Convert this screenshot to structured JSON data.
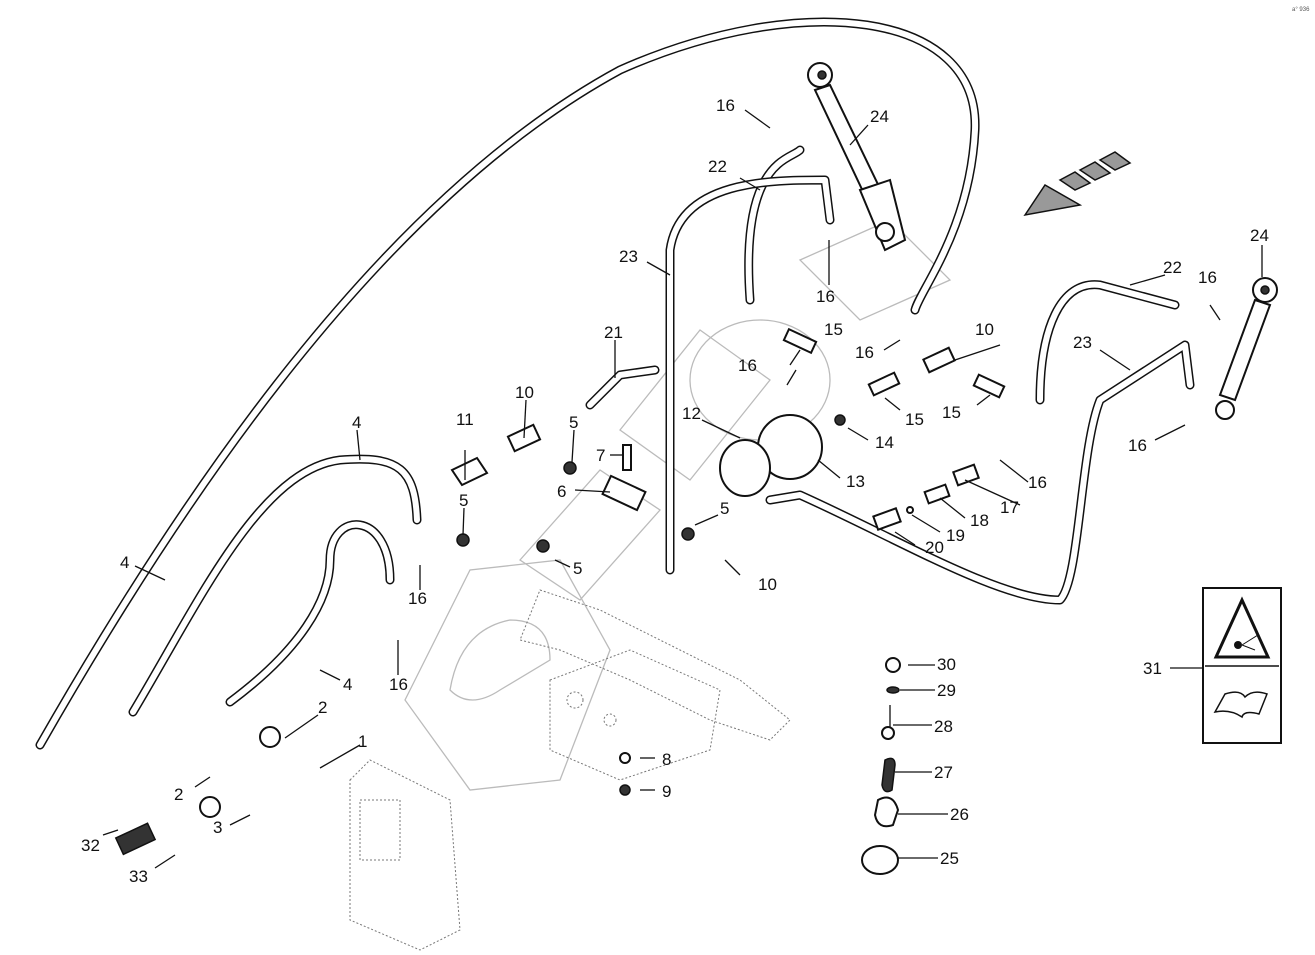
{
  "diagram": {
    "corner_code": "a° 936",
    "callouts": [
      {
        "id": "c1",
        "text": "1"
      },
      {
        "id": "c2a",
        "text": "2"
      },
      {
        "id": "c2b",
        "text": "2"
      },
      {
        "id": "c3",
        "text": "3"
      },
      {
        "id": "c4a",
        "text": "4"
      },
      {
        "id": "c4b",
        "text": "4"
      },
      {
        "id": "c4c",
        "text": "4"
      },
      {
        "id": "c5a",
        "text": "5"
      },
      {
        "id": "c5b",
        "text": "5"
      },
      {
        "id": "c5c",
        "text": "5"
      },
      {
        "id": "c5d",
        "text": "5"
      },
      {
        "id": "c6",
        "text": "6"
      },
      {
        "id": "c7",
        "text": "7"
      },
      {
        "id": "c8",
        "text": "8"
      },
      {
        "id": "c9",
        "text": "9"
      },
      {
        "id": "c10a",
        "text": "10"
      },
      {
        "id": "c10b",
        "text": "10"
      },
      {
        "id": "c10c",
        "text": "10"
      },
      {
        "id": "c11",
        "text": "11"
      },
      {
        "id": "c12",
        "text": "12"
      },
      {
        "id": "c13",
        "text": "13"
      },
      {
        "id": "c14",
        "text": "14"
      },
      {
        "id": "c15a",
        "text": "15"
      },
      {
        "id": "c15b",
        "text": "15"
      },
      {
        "id": "c15c",
        "text": "15"
      },
      {
        "id": "c16a",
        "text": "16"
      },
      {
        "id": "c16b",
        "text": "16"
      },
      {
        "id": "c16c",
        "text": "16"
      },
      {
        "id": "c16d",
        "text": "16"
      },
      {
        "id": "c16e",
        "text": "16"
      },
      {
        "id": "c16f",
        "text": "16"
      },
      {
        "id": "c16g",
        "text": "16"
      },
      {
        "id": "c16h",
        "text": "16"
      },
      {
        "id": "c16i",
        "text": "16"
      },
      {
        "id": "c17",
        "text": "17"
      },
      {
        "id": "c18",
        "text": "18"
      },
      {
        "id": "c19",
        "text": "19"
      },
      {
        "id": "c20",
        "text": "20"
      },
      {
        "id": "c21",
        "text": "21"
      },
      {
        "id": "c22a",
        "text": "22"
      },
      {
        "id": "c22b",
        "text": "22"
      },
      {
        "id": "c23a",
        "text": "23"
      },
      {
        "id": "c23b",
        "text": "23"
      },
      {
        "id": "c24a",
        "text": "24"
      },
      {
        "id": "c24b",
        "text": "24"
      },
      {
        "id": "c25",
        "text": "25"
      },
      {
        "id": "c26",
        "text": "26"
      },
      {
        "id": "c27",
        "text": "27"
      },
      {
        "id": "c28",
        "text": "28"
      },
      {
        "id": "c29",
        "text": "29"
      },
      {
        "id": "c30",
        "text": "30"
      },
      {
        "id": "c31",
        "text": "31"
      },
      {
        "id": "c32",
        "text": "32"
      },
      {
        "id": "c33",
        "text": "33"
      }
    ],
    "icons": {
      "direction_arrow": "direction-arrow-icon",
      "explosion_warning": "explosion-warning-icon",
      "manual": "read-manual-icon"
    }
  }
}
